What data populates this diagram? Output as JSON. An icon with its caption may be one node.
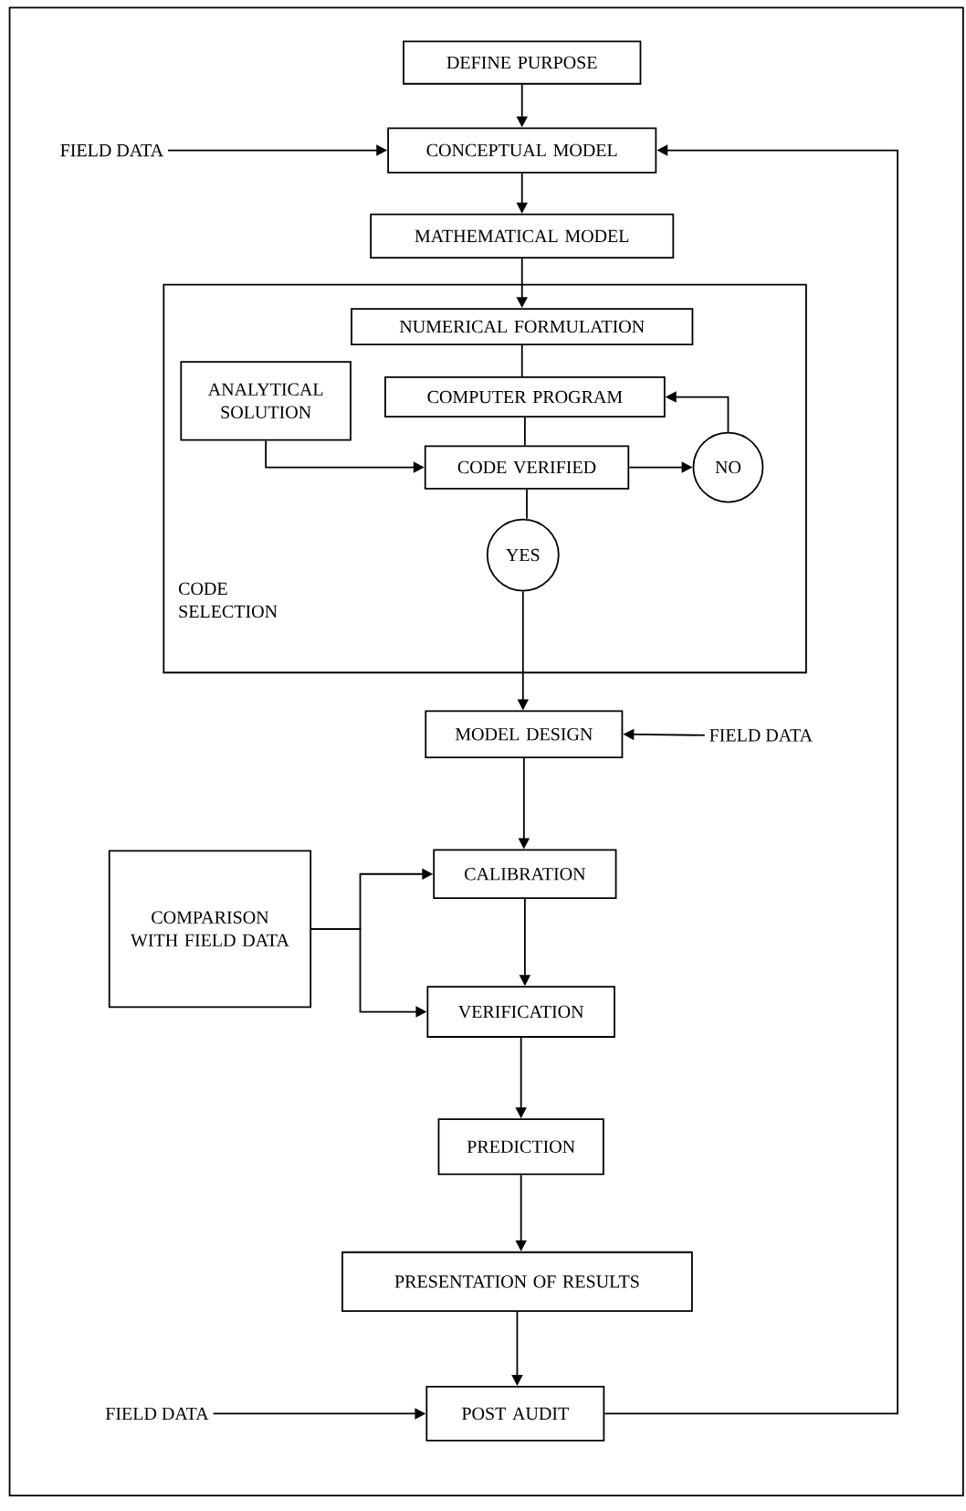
{
  "diagram": {
    "nodes": [
      {
        "text": [
          "DEFINE PURPOSE"
        ]
      },
      {
        "text": [
          "CONCEPTUAL MODEL"
        ]
      },
      {
        "text": [
          "MATHEMATICAL MODEL"
        ]
      },
      {
        "text": [
          "CODE SELECTION"
        ]
      },
      {
        "text": [
          "NUMERICAL FORMULATION"
        ],
        "in": 3
      },
      {
        "text": [
          "ANALYTICAL SOLUTION"
        ],
        "in": 3
      },
      {
        "text": [
          "COMPUTER PROGRAM"
        ],
        "in": 3
      },
      {
        "text": [
          "CODE VERIFIED"
        ],
        "in": 3
      },
      {
        "text": [
          "NO"
        ],
        "in": 3
      },
      {
        "text": [
          "YES"
        ],
        "in": 3
      },
      {
        "text": [
          "MODEL DESIGN"
        ]
      },
      {
        "text": [
          "FIELD DATA"
        ]
      },
      {
        "text": [
          "COMPARISON WITH FIELD DATA"
        ]
      },
      {
        "text": [
          "CALIBRATION"
        ]
      },
      {
        "text": [
          "VERIFICATION"
        ]
      },
      {
        "text": [
          "PREDICTION"
        ]
      },
      {
        "text": [
          "PRESENTATION OF RESULTS"
        ]
      },
      {
        "text": [
          "POST AUDIT"
        ]
      },
      {
        "text": [
          "FIELD DATA"
        ]
      },
      {
        "text": [
          "FIELD DATA"
        ]
      }
    ],
    "edges": [
      {
        "from": 0,
        "to": 1,
        "arrow": "to"
      },
      {
        "from": 18,
        "to": 1,
        "arrow": "to"
      },
      {
        "from": 1,
        "to": 2,
        "arrow": "to"
      },
      {
        "from": 2,
        "to": 4,
        "arrow": "to"
      },
      {
        "from": 4,
        "to": 6,
        "arrow": "none"
      },
      {
        "from": 6,
        "to": 7,
        "arrow": "none"
      },
      {
        "from": 5,
        "to": 7,
        "arrow": "to"
      },
      {
        "from": 7,
        "to": 8,
        "arrow": "to"
      },
      {
        "from": 8,
        "to": 6,
        "arrow": "to"
      },
      {
        "from": 7,
        "to": 9,
        "arrow": "none"
      },
      {
        "from": 9,
        "to": 10,
        "arrow": "to"
      },
      {
        "from": 11,
        "to": 10,
        "arrow": "to"
      },
      {
        "from": 10,
        "to": 13,
        "arrow": "to"
      },
      {
        "from": 12,
        "to": 13,
        "arrow": "to"
      },
      {
        "from": 12,
        "to": 14,
        "arrow": "to"
      },
      {
        "from": 13,
        "to": 14,
        "arrow": "to"
      },
      {
        "from": 14,
        "to": 15,
        "arrow": "to"
      },
      {
        "from": 15,
        "to": 16,
        "arrow": "to"
      },
      {
        "from": 16,
        "to": 17,
        "arrow": "to"
      },
      {
        "from": 19,
        "to": 17,
        "arrow": "to"
      },
      {
        "from": 17,
        "to": 1,
        "arrow": "to"
      }
    ]
  }
}
